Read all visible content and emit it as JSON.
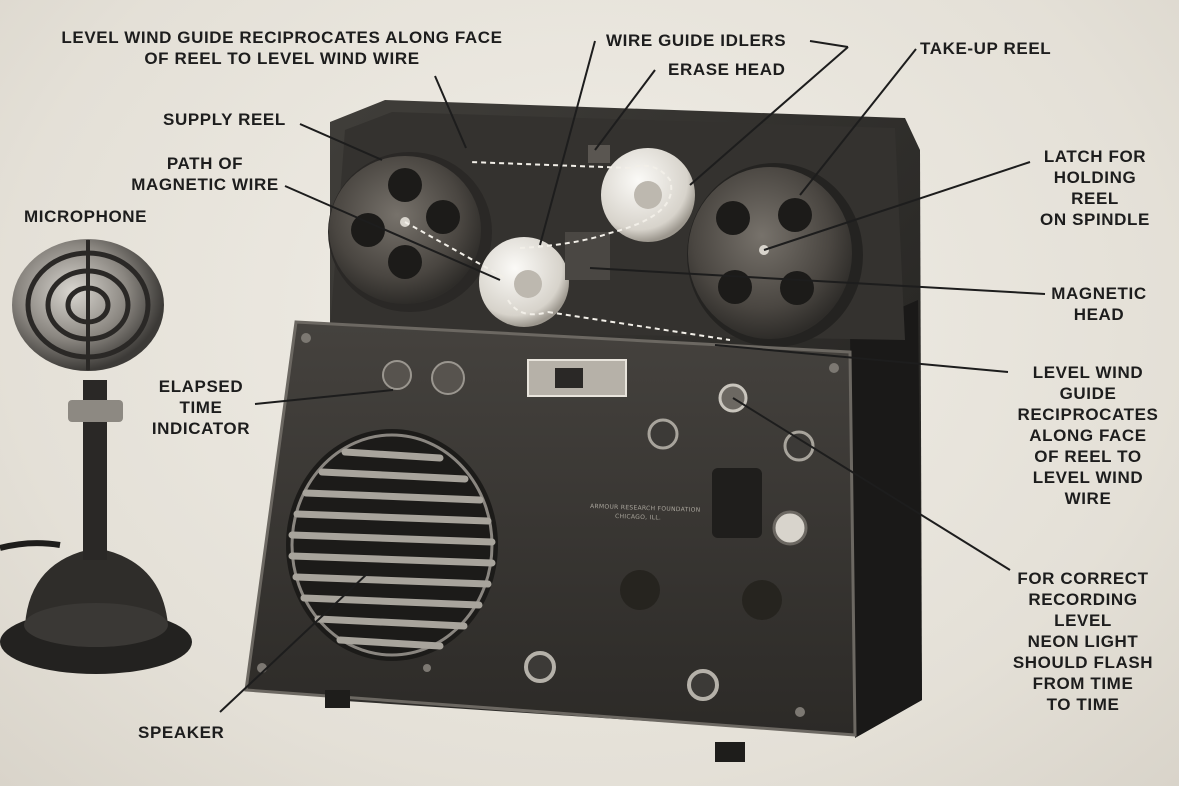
{
  "labels": {
    "level_wind_top_1": "LEVEL WIND GUIDE RECIPROCATES ALONG FACE",
    "level_wind_top_2": "OF REEL TO LEVEL WIND WIRE",
    "wire_guide_idlers": "WIRE GUIDE IDLERS",
    "erase_head": "ERASE HEAD",
    "take_up_reel": "TAKE-UP REEL",
    "supply_reel": "SUPPLY REEL",
    "path_1": "PATH OF",
    "path_2": "MAGNETIC WIRE",
    "latch_1": "LATCH FOR",
    "latch_2": "HOLDING",
    "latch_3": "REEL",
    "latch_4": "ON SPINDLE",
    "microphone": "MICROPHONE",
    "magnetic_1": "MAGNETIC",
    "magnetic_2": "HEAD",
    "elapsed_1": "ELAPSED",
    "elapsed_2": "TIME",
    "elapsed_3": "INDICATOR",
    "lw_right_1": "LEVEL WIND",
    "lw_right_2": "GUIDE",
    "lw_right_3": "RECIPROCATES",
    "lw_right_4": "ALONG FACE",
    "lw_right_5": "OF REEL TO",
    "lw_right_6": "LEVEL WIND",
    "lw_right_7": "WIRE",
    "neon_1": "FOR CORRECT",
    "neon_2": "RECORDING",
    "neon_3": "LEVEL",
    "neon_4": "NEON LIGHT",
    "neon_5": "SHOULD FLASH",
    "neon_6": "FROM TIME",
    "neon_7": "TO TIME",
    "speaker": "SPEAKER"
  },
  "panel": {
    "maker_1": "ARMOUR RESEARCH FOUNDATION",
    "maker_2": "CHICAGO, ILL."
  },
  "colors": {
    "ink": "#1d1d1d",
    "paper": "#e9e6de",
    "cabinet": "#2b2a28",
    "panel": "#3a3835"
  }
}
